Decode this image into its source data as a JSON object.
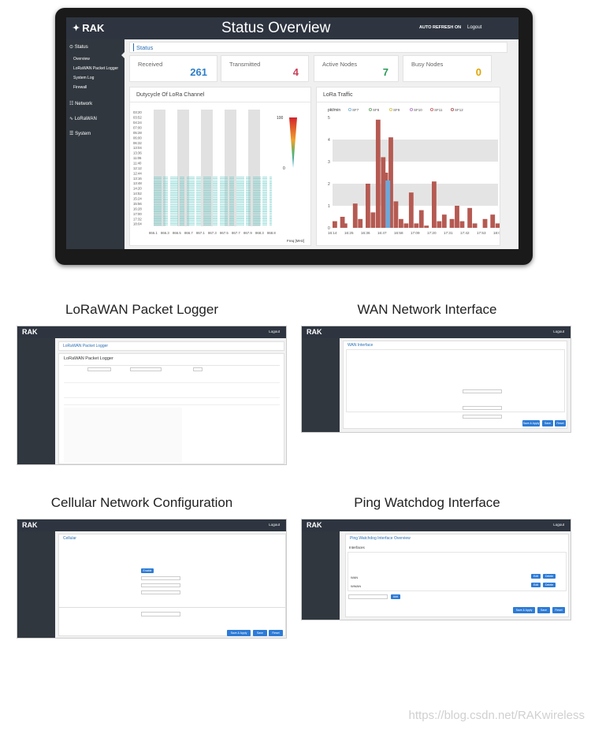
{
  "dashboard": {
    "brand": "RAK",
    "title": "Status Overview",
    "auto_refresh": "AUTO REFRESH ON",
    "logout": "Logout",
    "sidebar": {
      "status": "Status",
      "items": [
        "Overview",
        "LoRaWAN Packet Logger",
        "System Log",
        "Firewall"
      ],
      "network": "Network",
      "lorawan": "LoRaWAN",
      "system": "System"
    },
    "section_title": "Status",
    "cards": [
      {
        "label": "Received",
        "value": "261",
        "color": "#2f7fc8"
      },
      {
        "label": "Transmitted",
        "value": "4",
        "color": "#c8425a"
      },
      {
        "label": "Active Nodes",
        "value": "7",
        "color": "#2a9a58"
      },
      {
        "label": "Busy Nodes",
        "value": "0",
        "color": "#e0a400"
      }
    ],
    "duty_panel": {
      "title": "Dutycycle Of LoRa Channel",
      "time_ticks": [
        "03:20",
        "03:52",
        "04:24",
        "07:00",
        "05:28",
        "06:00",
        "06:32",
        "13:04",
        "13:36",
        "11:06",
        "11:40",
        "12:12",
        "12:44",
        "13:16",
        "13:48",
        "14:20",
        "14:52",
        "15:24",
        "15:56",
        "16:28",
        "17:00",
        "17:32",
        "18:04"
      ],
      "freq_ticks": [
        "866.1",
        "866.3",
        "866.5",
        "866.7",
        "867.1",
        "867.3",
        "867.5",
        "867.7",
        "867.9",
        "868.3",
        "868.8"
      ],
      "xlabel": "Freq [MHz]",
      "scale_max": "100",
      "scale_min": "0"
    },
    "traffic_panel": {
      "title": "LoRa Traffic",
      "unit": "pkt/min",
      "legend": [
        "SF7",
        "SF8",
        "SF9",
        "SF10",
        "SF11",
        "SF12"
      ],
      "legend_colors": [
        "#7db7d6",
        "#6aa36a",
        "#d9c24a",
        "#b07cc4",
        "#c45a5a",
        "#a85050"
      ],
      "y_ticks": [
        "5",
        "4",
        "3",
        "2",
        "1",
        "0"
      ],
      "x_ticks": [
        "16:14",
        "16:25",
        "16:36",
        "16:47",
        "16:58",
        "17:09",
        "17:20",
        "17:31",
        "17:42",
        "17:53",
        "18:04"
      ]
    }
  },
  "captions": {
    "logger": "LoRaWAN Packet Logger",
    "wan": "WAN Network Interface",
    "cellular": "Cellular Network Configuration",
    "ping": "Ping Watchdog Interface"
  },
  "thumb_logger": {
    "brand": "RAK",
    "logout": "Logout",
    "panel_title": "LoRaWAN Packet Logger",
    "heading": "LoRaWAN Packet Logger"
  },
  "thumb_wan": {
    "brand": "RAK",
    "logout": "Logout",
    "panel_title": "WAN Interface",
    "save": "Save & Apply",
    "save_btn": "Save",
    "reset": "Reset"
  },
  "thumb_cellular": {
    "brand": "RAK",
    "logout": "Logout",
    "panel_title": "Cellular",
    "enable": "Enable",
    "save": "Save & Apply",
    "save_btn": "Save",
    "reset": "Reset"
  },
  "thumb_ping": {
    "brand": "RAK",
    "logout": "Logout",
    "panel_title": "Ping Watchdog Interface Overview",
    "section": "Interfaces",
    "row1": "WAN",
    "row2": "WWAN",
    "edit": "Edit",
    "delete": "Delete",
    "add": "Add",
    "save": "Save & Apply",
    "save_btn": "Save",
    "reset": "Reset"
  },
  "watermark": "https://blog.csdn.net/RAKwireless"
}
